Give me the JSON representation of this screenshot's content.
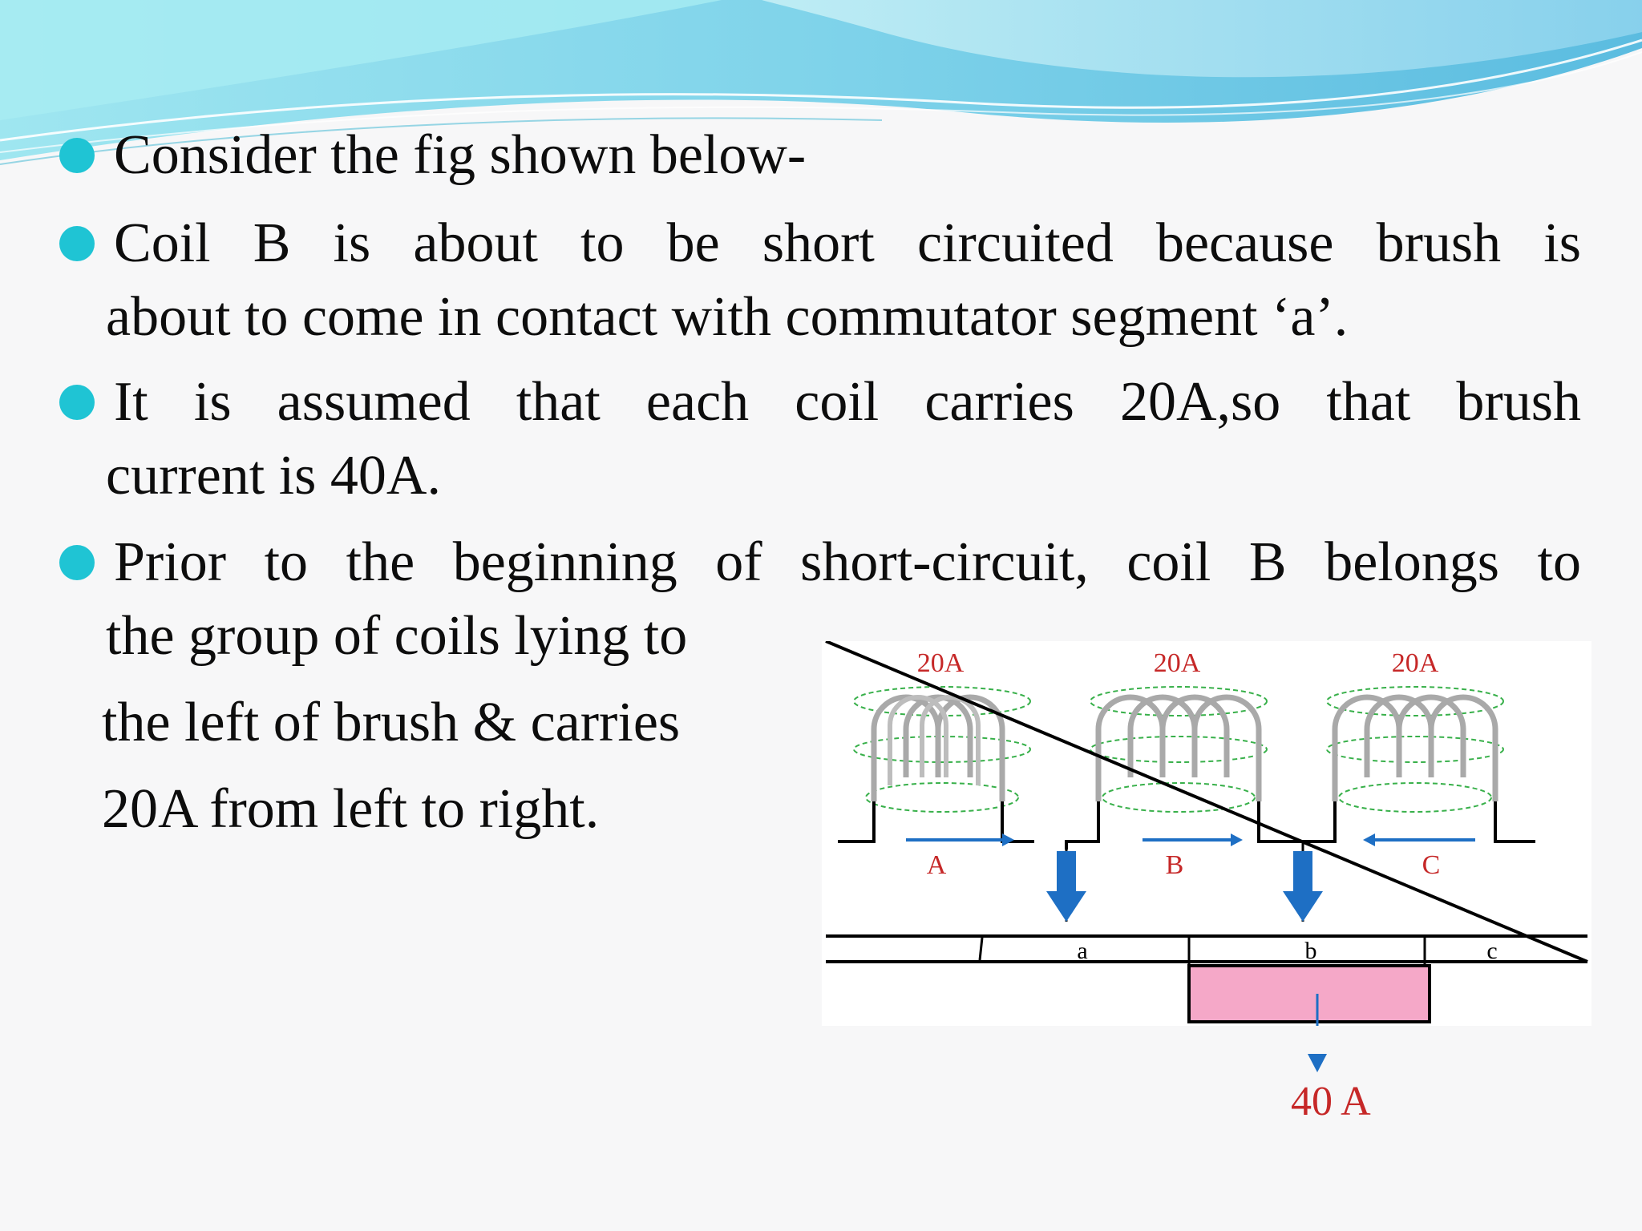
{
  "colors": {
    "bullet": "#1fc4d4",
    "accent_red": "#c62828",
    "arrow_blue": "#1e6fc4",
    "brush_pink": "#f5a8c8",
    "flux_green": "#38b04a"
  },
  "bullets": [
    {
      "lines": [
        "Consider the fig shown below-"
      ]
    },
    {
      "lines": [
        "Coil B is about to be short circuited because brush is",
        "about to come in contact with commutator segment ‘a’."
      ]
    },
    {
      "lines": [
        "It is assumed that each coil carries 20A,so that brush",
        "current is 40A."
      ]
    },
    {
      "lines": [
        "Prior to the beginning of short-circuit, coil B belongs to",
        "the group of coils lying to",
        "the left of brush & carries",
        "20A from left to right."
      ]
    }
  ],
  "figure": {
    "coil_currents": [
      "20A",
      "20A",
      "20A"
    ],
    "coil_labels": [
      "A",
      "B",
      "C"
    ],
    "segment_labels": [
      "a",
      "b",
      "c"
    ],
    "brush_current": "40 A"
  }
}
